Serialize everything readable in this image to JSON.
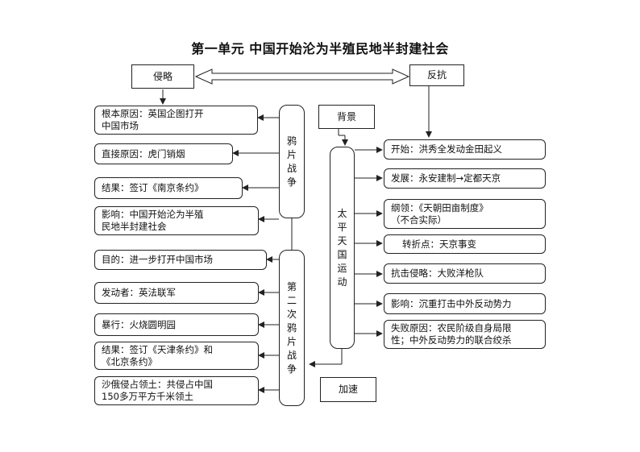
{
  "title": "第一单元  中国开始沦为半殖民地半封建社会",
  "top": {
    "left_label": "侵略",
    "right_label": "反抗"
  },
  "opium_war": {
    "label_chars": [
      "鸦",
      "片",
      "战",
      "争"
    ]
  },
  "second_opium_war": {
    "label_chars": [
      "第",
      "二",
      "次",
      "鸦",
      "片",
      "战",
      "争"
    ]
  },
  "taiping": {
    "label_chars": [
      "太",
      "平",
      "天",
      "国",
      "运",
      "动"
    ]
  },
  "background_label": "背景",
  "accelerate_label": "加速",
  "left_boxes": [
    {
      "line1": "根本原因：英国企图打开",
      "line2": "中国市场"
    },
    {
      "line1": "直接原因：虎门销烟",
      "line2": ""
    },
    {
      "line1": "结果：签订《南京条约》",
      "line2": ""
    },
    {
      "line1": "影响：中国开始沦为半殖",
      "line2": "民地半封建社会"
    },
    {
      "line1": "目的：进一步打开中国市场",
      "line2": ""
    },
    {
      "line1": "发动者：英法联军",
      "line2": ""
    },
    {
      "line1": "暴行：火烧圆明园",
      "line2": ""
    },
    {
      "line1": "结果：签订《天津条约》和",
      "line2": "《北京条约》"
    },
    {
      "line1": "沙俄侵占领土：共侵占中国",
      "line2": "150多万平方千米领土"
    }
  ],
  "right_boxes": [
    {
      "line1": "开始：洪秀全发动金田起义",
      "line2": ""
    },
    {
      "line1": "发展：永安建制→定都天京",
      "line2": ""
    },
    {
      "line1": "纲领：《天朝田亩制度》",
      "line2": "（不合实际）"
    },
    {
      "line1": "转折点：天京事变",
      "line2": ""
    },
    {
      "line1": "抗击侵略：大败洋枪队",
      "line2": ""
    },
    {
      "line1": "影响：沉重打击中外反动势力",
      "line2": ""
    },
    {
      "line1": "失败原因：农民阶级自身局限",
      "line2": "性；中外反动势力的联合绞杀"
    }
  ]
}
